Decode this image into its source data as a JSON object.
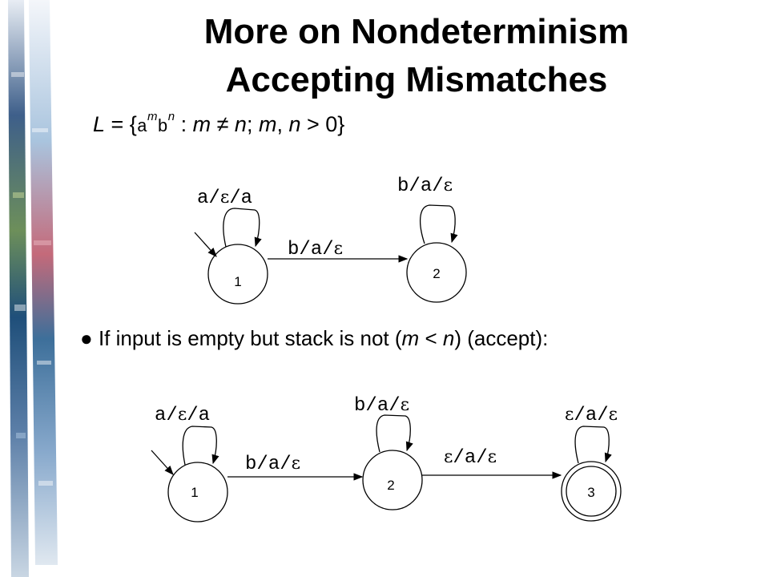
{
  "title": {
    "line1": "More on Nondeterminism",
    "line2": "Accepting Mismatches"
  },
  "language": {
    "name": "L",
    "eq": " = {",
    "a": "a",
    "m": "m",
    "b": "b",
    "n": "n",
    "colon": " : ",
    "m2": "m",
    "neq": " ≠ ",
    "n2": "n",
    "semi": "; ",
    "m3": "m",
    "comma": ", ",
    "n3": "n",
    "rest": " > 0}"
  },
  "bullet": {
    "symbol": "●",
    "text_before": " If input is empty but stack is not (",
    "m": "m",
    "lt": " < ",
    "n": "n",
    "text_after": ") (accept):"
  },
  "diagram1": {
    "states": [
      "1",
      "2"
    ],
    "loop1": {
      "c1": "a",
      "s1": "/",
      "c2": "ε",
      "s2": "/",
      "c3": "a"
    },
    "loop2": {
      "c1": "b",
      "s1": "/",
      "c2": "a",
      "s2": "/",
      "c3": "ε"
    },
    "edge12": {
      "c1": "b",
      "s1": "/",
      "c2": "a",
      "s2": "/",
      "c3": "ε"
    }
  },
  "diagram2": {
    "states": [
      "1",
      "2",
      "3"
    ],
    "loop1": {
      "c1": "a",
      "s1": "/",
      "c2": "ε",
      "s2": "/",
      "c3": "a"
    },
    "loop2": {
      "c1": "b",
      "s1": "/",
      "c2": "a",
      "s2": "/",
      "c3": "ε"
    },
    "loop3": {
      "c1": "ε",
      "s1": "/",
      "c2": "a",
      "s2": "/",
      "c3": "ε"
    },
    "edge12": {
      "c1": "b",
      "s1": "/",
      "c2": "a",
      "s2": "/",
      "c3": "ε"
    },
    "edge23": {
      "c1": "ε",
      "s1": "/",
      "c2": "a",
      "s2": "/",
      "c3": "ε"
    }
  }
}
